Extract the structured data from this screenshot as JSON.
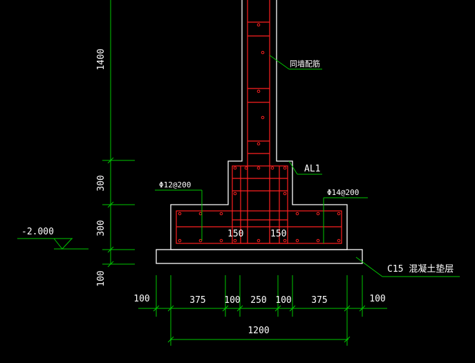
{
  "colors": {
    "background": "#000000",
    "outline": "#ffffff",
    "rebar": "#ff2020",
    "dimension": "#00c800",
    "text": "#ffffff"
  },
  "dimensions": {
    "left_vertical": [
      "1400",
      "300",
      "300",
      "100"
    ],
    "bottom_segments": [
      "100",
      "375",
      "100",
      "250",
      "100",
      "375",
      "100"
    ],
    "total_width": "1200",
    "inner_left": "150",
    "inner_right": "150"
  },
  "labels": {
    "elevation": "-2.000",
    "wall_rebar": "同墙配筋",
    "beam": "AL1",
    "rebar_left": "Φ12@200",
    "rebar_right": "Φ14@200",
    "cushion": "C15  混凝土垫层"
  }
}
